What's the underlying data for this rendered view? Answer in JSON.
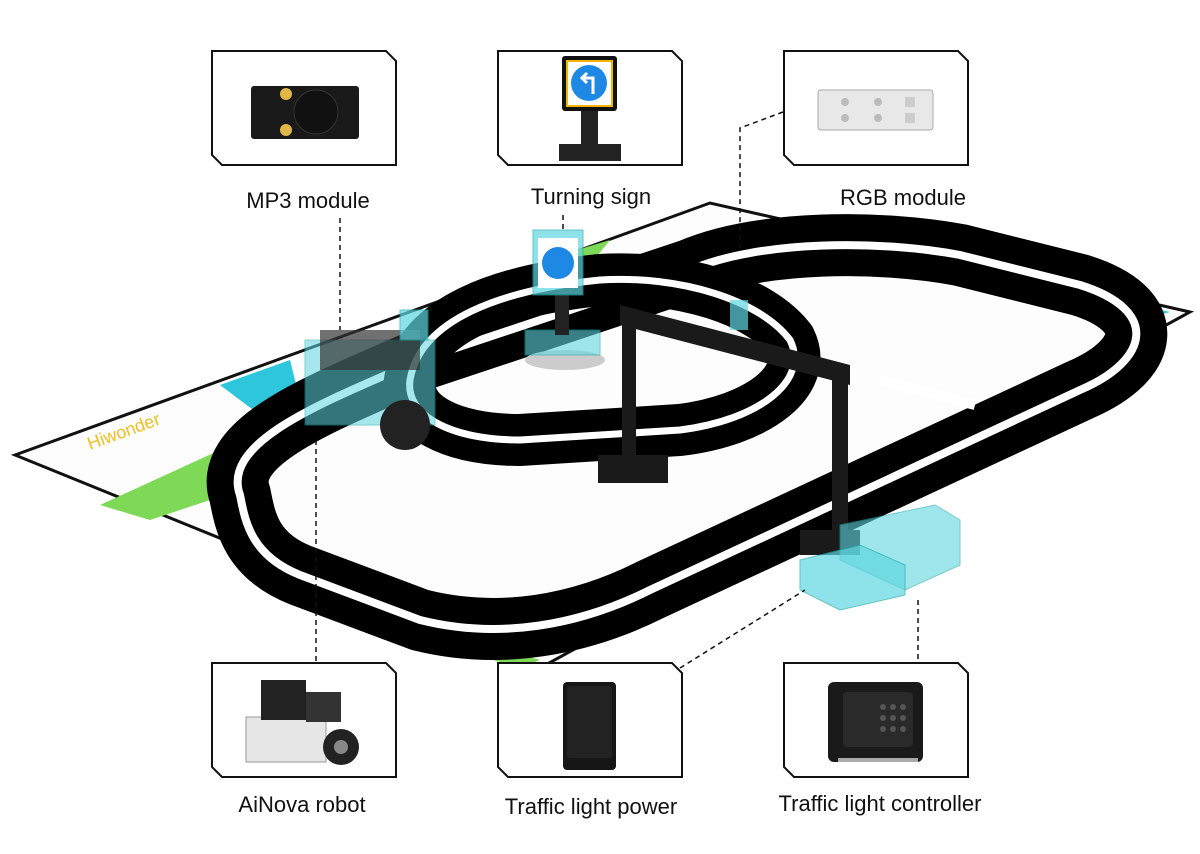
{
  "mat_logo": "Hiwonder",
  "top_modules": [
    {
      "label": "MP3 module",
      "icon": "mp3-module-icon"
    },
    {
      "label": "Turning sign",
      "icon": "turning-sign-icon"
    },
    {
      "label": "RGB module",
      "icon": "rgb-module-icon"
    }
  ],
  "bottom_modules": [
    {
      "label": "AiNova robot",
      "icon": "robot-icon"
    },
    {
      "label": "Traffic light power",
      "icon": "power-bank-icon"
    },
    {
      "label": "Traffic light controller",
      "icon": "controller-icon"
    }
  ],
  "colors": {
    "track": "#000000",
    "highlight": "#5fd6e0",
    "sign_blue": "#1e88e5",
    "mat_green": "#7ed957",
    "mat_cyan": "#2ec6dc"
  }
}
